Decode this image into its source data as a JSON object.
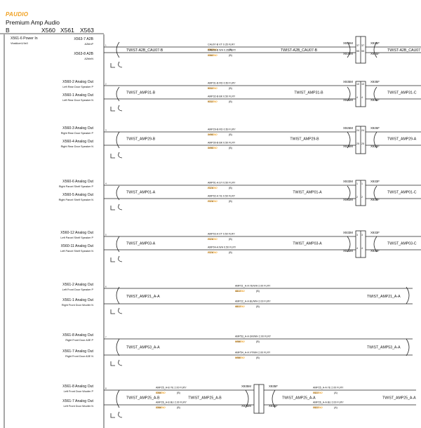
{
  "header": {
    "brand": "PAUDIO",
    "title": "Premium Amp Audio",
    "columns": [
      "B",
      "X560",
      "X561",
      "X563"
    ]
  },
  "colors": {
    "brand": "#f0a020",
    "line": "#222222",
    "text": "#111111"
  },
  "rows": [
    {
      "pins": [
        {
          "name": "X561-6 Power In",
          "sub": "VbatAcm1/4x0",
          "side": "left"
        },
        {
          "name": "X563-7 A2B",
          "sub": "A2bInP",
          "side": "right"
        },
        {
          "name": "X563-8 A2B",
          "sub": "A2bInN",
          "side": "right"
        }
      ],
      "twist_left": "TWIST-A2B_CAU07-B",
      "wires": [
        {
          "code": "CAU07-B",
          "color": "VT",
          "gauge": "0.35",
          "type": "FLRY",
          "part": "3263",
          "note": "(B)"
        },
        {
          "code": "CAU08-B",
          "color": "WH",
          "gauge": "0.35",
          "type": "FLRY",
          "part": "3263",
          "note": "(B)"
        }
      ],
      "twist_mid": "TWIST-A2B_CAU07-B",
      "conn_m": "X935M",
      "conn_f": "X935F",
      "pins_a": [
        "37",
        "55"
      ],
      "pins_b": [
        "37",
        "55"
      ],
      "twist_right": "TWIST-A2B_CAU07"
    },
    {
      "pins": [
        {
          "name": "X560-2 Analog Out",
          "sub": "Left Rear Door Speaker P",
          "side": "right"
        },
        {
          "name": "X560-1 Analog Out",
          "sub": "Left Rear Door Speaker N",
          "side": "right"
        }
      ],
      "twist_left": "TWIST_AMP31-B",
      "wires": [
        {
          "code": "AMP31-B",
          "color": "RD",
          "gauge": "0.50",
          "type": "FLRY",
          "part": "5232",
          "note": "(B)"
        },
        {
          "code": "AMP32-B",
          "color": "BK",
          "gauge": "0.50",
          "type": "FLRY",
          "part": "5232",
          "note": "(B)"
        }
      ],
      "twist_mid": "TWIST_AMP31-B",
      "conn_m": "X935M",
      "conn_f": "X935F",
      "pins_a": [
        "10",
        "4"
      ],
      "pins_b": [
        "10",
        "4"
      ],
      "twist_right": "TWIST_AMP31-C"
    },
    {
      "pins": [
        {
          "name": "X560-3 Analog Out",
          "sub": "Right Rear Door Speaker P",
          "side": "right"
        },
        {
          "name": "X560-4 Analog Out",
          "sub": "Right Rear Door Speaker N",
          "side": "right"
        }
      ],
      "twist_left": "TWIST_AMP29-B",
      "wires": [
        {
          "code": "AMP29-B",
          "color": "RD",
          "gauge": "0.50",
          "type": "FLRY",
          "part": "3495",
          "note": "(B)"
        },
        {
          "code": "AMP30-B",
          "color": "BK",
          "gauge": "0.50",
          "type": "FLRY",
          "part": "3495",
          "note": "(B)"
        }
      ],
      "twist_mid": "TWIST_AMP29-B",
      "conn_m": "X926M",
      "conn_f": "X926F",
      "pins_a": [
        "24",
        "25"
      ],
      "pins_b": [
        "24",
        "25"
      ],
      "twist_right": "TWIST_AMP29-A"
    },
    {
      "pins": [
        {
          "name": "X560-6 Analog Out",
          "sub": "Right Parcel Shelf Speaker P",
          "side": "right"
        },
        {
          "name": "X560-5 Analog Out",
          "sub": "Right Parcel Shelf Speaker N",
          "side": "right"
        }
      ],
      "twist_left": "TWIST_AMP01-A",
      "wires": [
        {
          "code": "AMP01-A",
          "color": "GY",
          "gauge": "0.50",
          "type": "FLRY",
          "part": "2276",
          "note": "(B)"
        },
        {
          "code": "AMP02-A",
          "color": "YE",
          "gauge": "0.50",
          "type": "FLRY",
          "part": "2276",
          "note": "(B)"
        }
      ],
      "twist_mid": "TWIST_AMP01-A",
      "conn_m": "X933M",
      "conn_f": "X933F",
      "pins_a": [
        "1",
        "2"
      ],
      "pins_b": [
        "1",
        "2"
      ],
      "twist_right": "TWIST_AMP01-C"
    },
    {
      "pins": [
        {
          "name": "X560-12 Analog Out",
          "sub": "Left Parcel Shelf Speaker P",
          "side": "right"
        },
        {
          "name": "X560-11 Analog Out",
          "sub": "Left Parcel Shelf Speaker N",
          "side": "right"
        }
      ],
      "twist_left": "TWIST_AMP03-A",
      "wires": [
        {
          "code": "AMP03-A",
          "color": "VT",
          "gauge": "0.50",
          "type": "FLRY",
          "part": "2276",
          "note": "(B)"
        },
        {
          "code": "AMP04-A",
          "color": "WH",
          "gauge": "0.50",
          "type": "FLRY",
          "part": "2276",
          "note": "(B)"
        }
      ],
      "twist_mid": "TWIST_AMP03-A",
      "conn_m": "X933M",
      "conn_f": "X933F",
      "pins_a": [
        "3",
        "4"
      ],
      "pins_b": [
        "3",
        "4"
      ],
      "twist_right": "TWIST_AMP03-C"
    },
    {
      "pins": [
        {
          "name": "X561-2 Analog Out",
          "sub": "Left Front Door Speaker P",
          "side": "right"
        },
        {
          "name": "X561-1 Analog Out",
          "sub": "Right Front Door Woofer N",
          "side": "right"
        }
      ],
      "twist_left": "TWIST_AMP21_A-A",
      "wires": [
        {
          "code": "AMP21_A-A",
          "color": "YE/WH",
          "gauge": "2.00",
          "type": "FLRY",
          "part": "4812",
          "note": "(B)"
        },
        {
          "code": "AMP22_A-A",
          "color": "BU/WH",
          "gauge": "2.00",
          "type": "FLRY",
          "part": "4812",
          "note": "(B)"
        }
      ],
      "twist_right": "TWIST_AMP21_A-A"
    },
    {
      "pins": [
        {
          "name": "X561-8 Analog Out",
          "sub": "Right Front Door A3E P",
          "side": "right"
        },
        {
          "name": "X561-7 Analog Out",
          "sub": "Right Front Door A3E N",
          "side": "right"
        }
      ],
      "twist_left": "TWIST_AMP53_A-A",
      "wires": [
        {
          "code": "AMP53_A-A",
          "color": "GN/WH",
          "gauge": "2.00",
          "type": "FLRY",
          "part": "4460",
          "note": "(B)"
        },
        {
          "code": "AMP54_A-A",
          "color": "VT/WH",
          "gauge": "2.00",
          "type": "FLRY",
          "part": "4460",
          "note": "(B)"
        }
      ],
      "twist_right": "TWIST_AMP53_A-A"
    },
    {
      "pins": [
        {
          "name": "X561-8 Analog Out",
          "sub": "Left Front Door Woofer P",
          "side": "right"
        },
        {
          "name": "X561-7 Analog Out",
          "sub": "Left Front Door Woofer N",
          "side": "right"
        }
      ],
      "twist_left": "TWIST_AMP25_A-B",
      "wires": [
        {
          "code": "AMP25_A-B",
          "color": "YE",
          "gauge": "2.00",
          "type": "FLRY",
          "part": "3280",
          "note": "(B)"
        },
        {
          "code": "AMP26_A-B",
          "color": "BU",
          "gauge": "2.00",
          "type": "FLRY",
          "part": "3280",
          "note": "(B)"
        }
      ],
      "twist_mid": "TWIST_AMP25_A-B",
      "conn_m": "X935M",
      "conn_f": "X935F",
      "wires_right": [
        {
          "code": "AMP25_A-A",
          "color": "YE",
          "gauge": "2.00",
          "type": "FLRY",
          "part": "2822",
          "note": "(A)"
        },
        {
          "code": "AMP26_A-A",
          "color": "BU",
          "gauge": "2.00",
          "type": "FLRY",
          "part": "2822",
          "note": "(A)"
        }
      ],
      "twist_mid2": "TWIST_AMP25_A-A",
      "twist_right": "TWIST_AMP25_A-A"
    }
  ]
}
